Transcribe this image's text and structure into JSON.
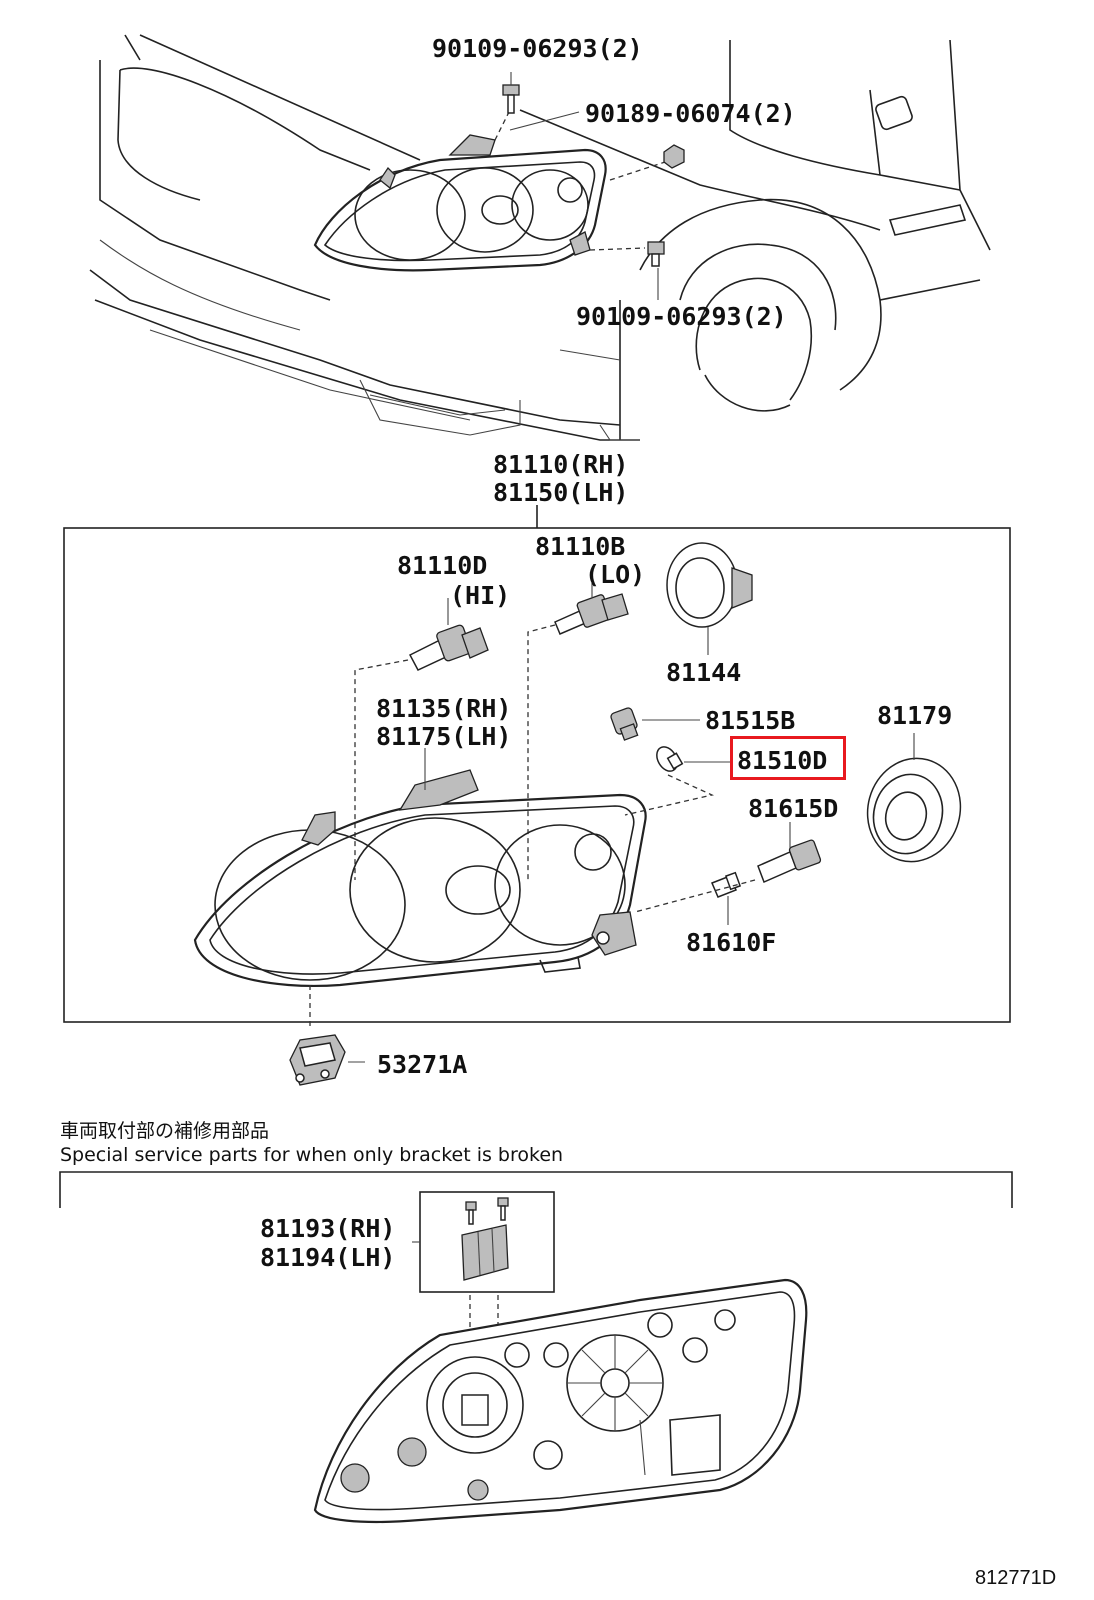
{
  "callouts": {
    "bolt_top": "90109-06293(2)",
    "clip": "90189-06074(2)",
    "bolt_bottom": "90109-06293(2)",
    "assy_rh": "81110(RH)",
    "assy_lh": "81150(LH)",
    "bulb_hi_num": "81110D",
    "bulb_hi_tag": "(HI)",
    "bulb_lo_num": "81110B",
    "bulb_lo_tag": "(LO)",
    "cap_81144": "81144",
    "lens_rh": "81135(RH)",
    "lens_lh": "81175(LH)",
    "socket_81515b": "81515B",
    "bulb_81510d": "81510D",
    "cap_81179": "81179",
    "socket_81615d": "81615D",
    "bulb_81610f": "81610F",
    "clip_53271a": "53271A",
    "bracket_rh": "81193(RH)",
    "bracket_lh": "81194(LH)"
  },
  "notes": {
    "japanese": "車両取付部の補修用部品",
    "english": "Special service parts for when only bracket is broken"
  },
  "figure_id": "812771D",
  "highlight": {
    "part": "81510D",
    "color": "#e8191f"
  }
}
